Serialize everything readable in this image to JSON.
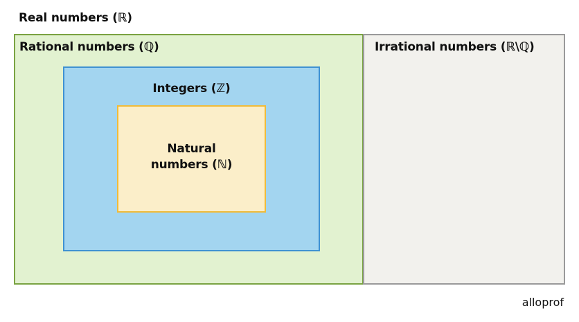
{
  "diagram": {
    "title": "Real numbers (ℝ)",
    "rational": {
      "label": "Rational numbers (ℚ)"
    },
    "irrational": {
      "label": "Irrational numbers (ℝ\\ℚ)"
    },
    "integers": {
      "label": "Integers (ℤ)"
    },
    "natural": {
      "line1": "Natural",
      "line2": "numbers (ℕ)"
    }
  },
  "brand": "alloprof",
  "colors": {
    "rational_fill": "#e2f2d0",
    "rational_border": "#7aa342",
    "irrational_fill": "#f2f1ed",
    "irrational_border": "#9a9a9a",
    "integers_fill": "#a3d5f0",
    "integers_border": "#3f92d2",
    "natural_fill": "#fbeec9",
    "natural_border": "#f0bb3a"
  }
}
